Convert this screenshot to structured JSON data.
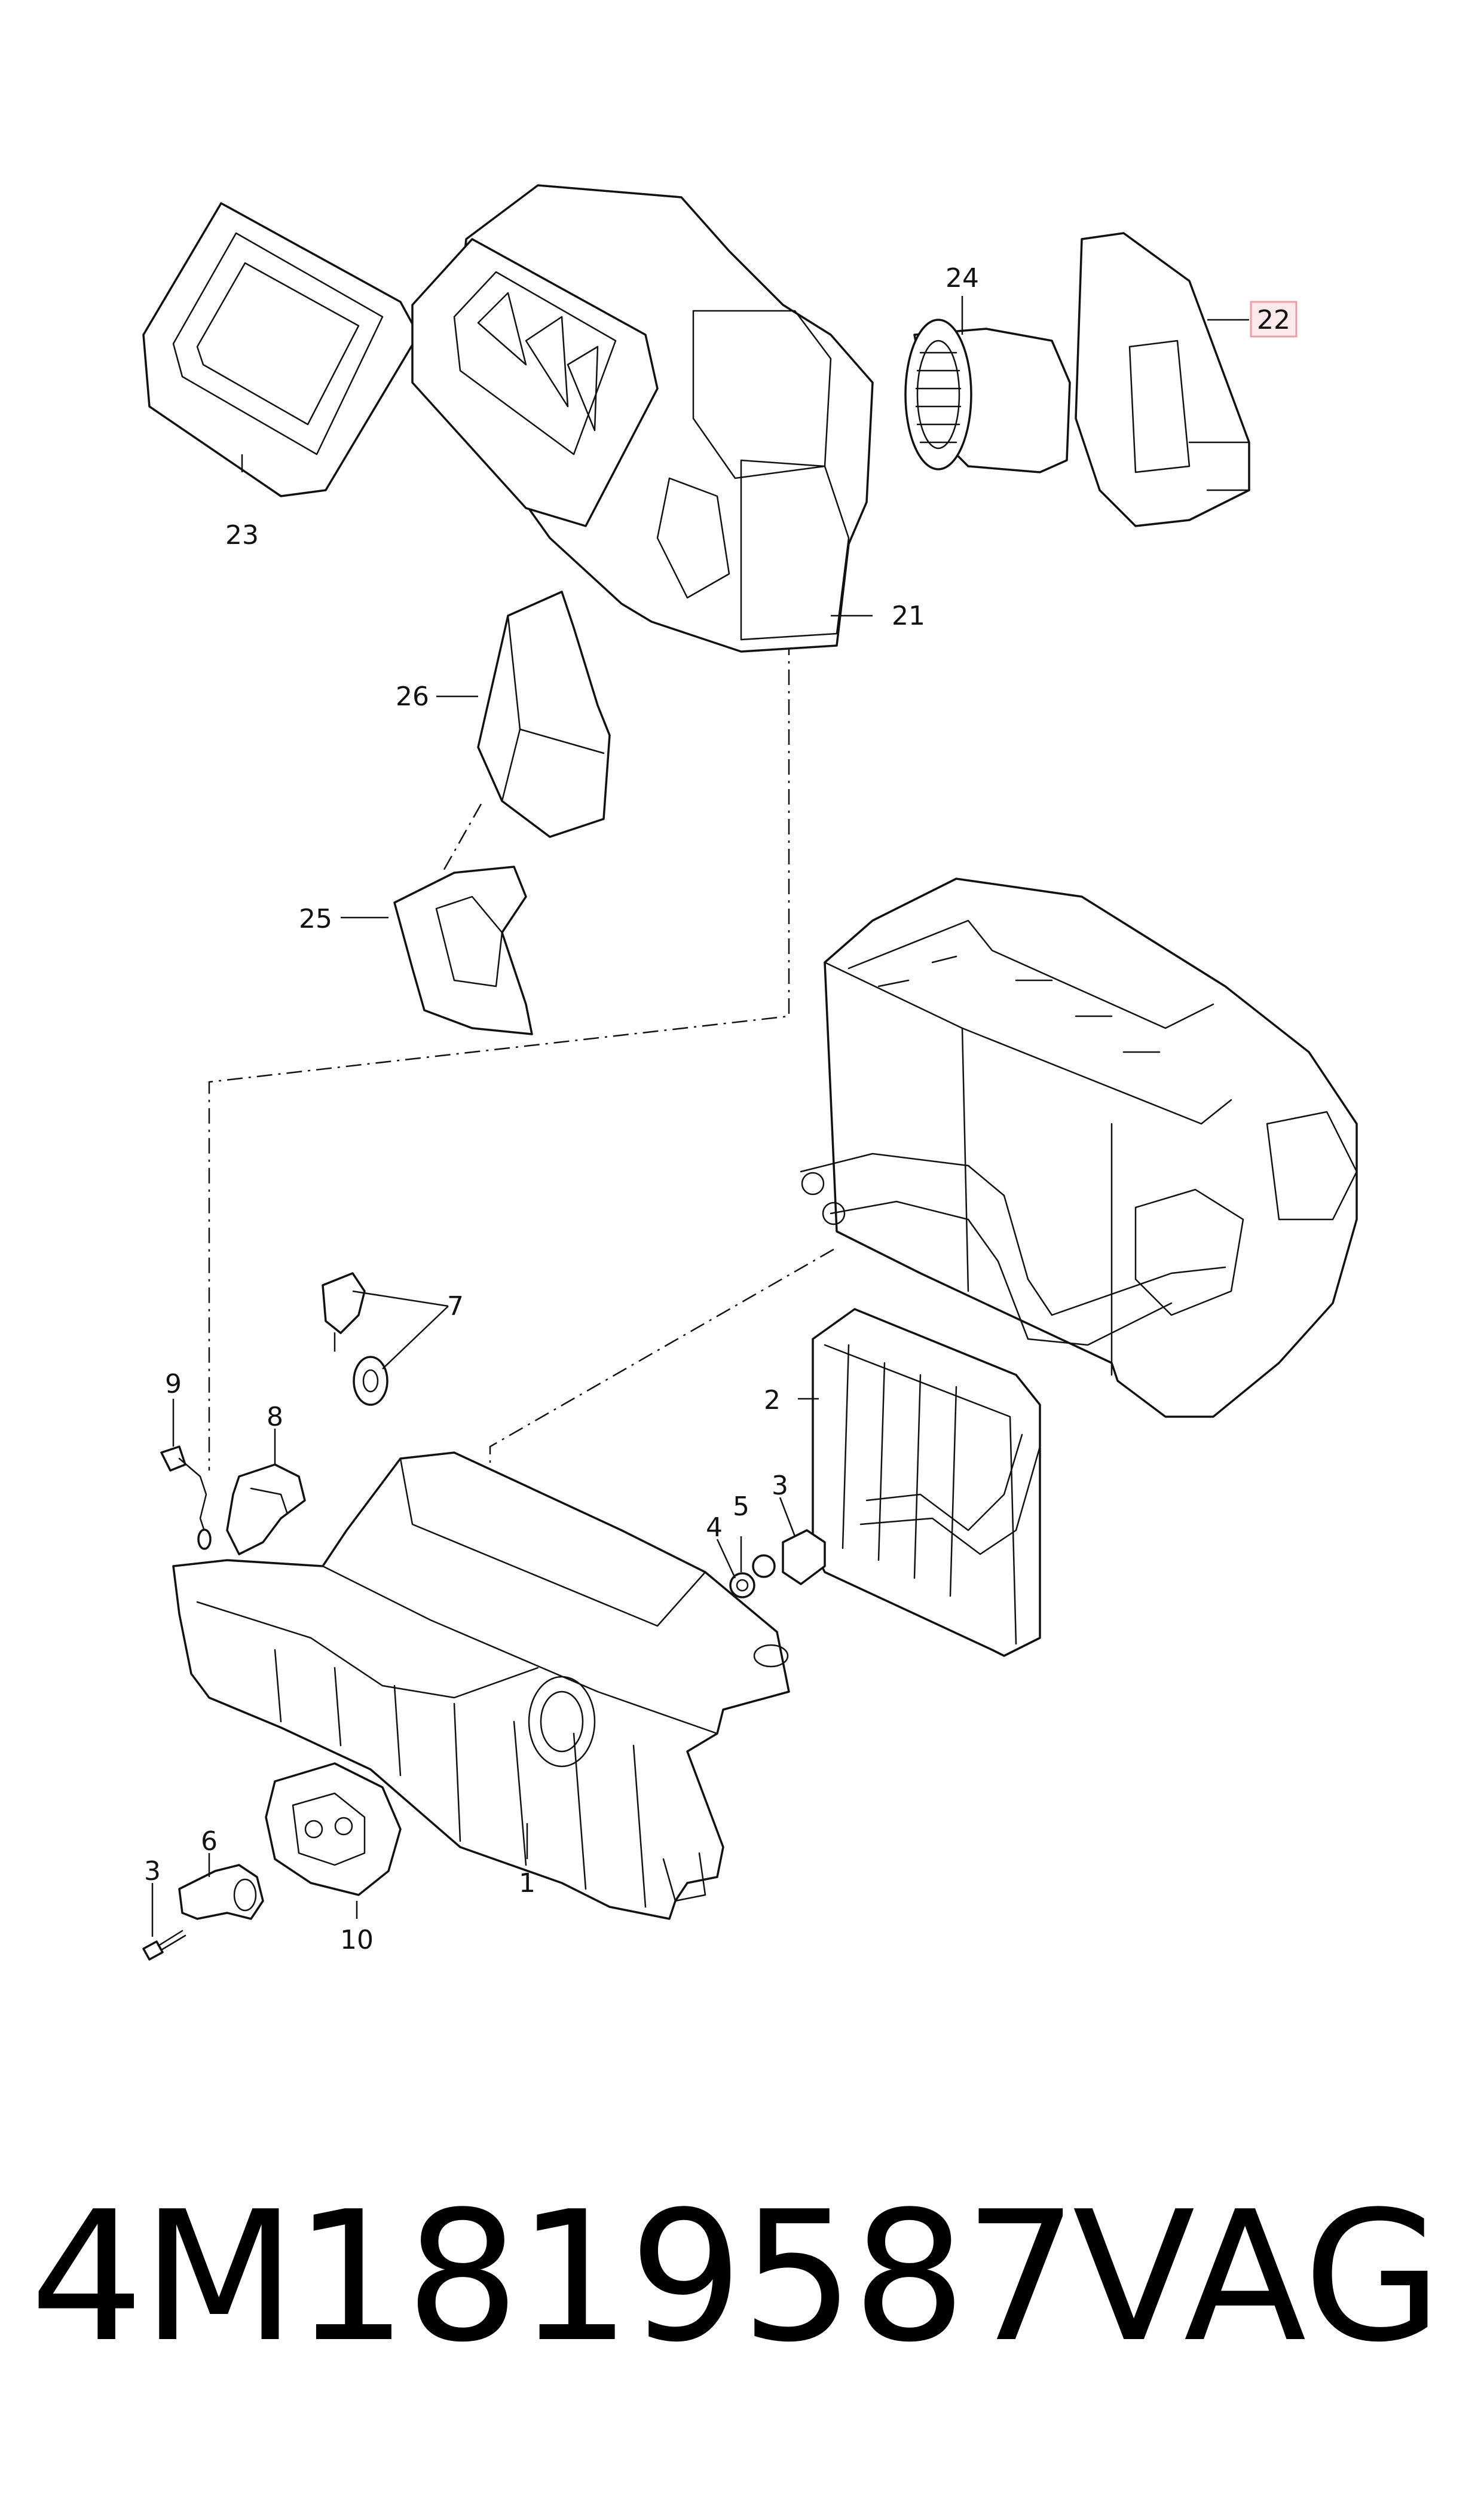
{
  "diagram": {
    "callouts": {
      "c1": "1",
      "c2": "2",
      "c3a": "3",
      "c3b": "3",
      "c4": "4",
      "c5": "5",
      "c6": "6",
      "c7": "7",
      "c8": "8",
      "c9": "9",
      "c10": "10",
      "c21": "21",
      "c22": "22",
      "c23": "23",
      "c24": "24",
      "c25": "25",
      "c26": "26"
    },
    "highlight_color": "#e8a0a8"
  },
  "footer": {
    "part_number": "4M1819587",
    "brand": "VAG"
  }
}
